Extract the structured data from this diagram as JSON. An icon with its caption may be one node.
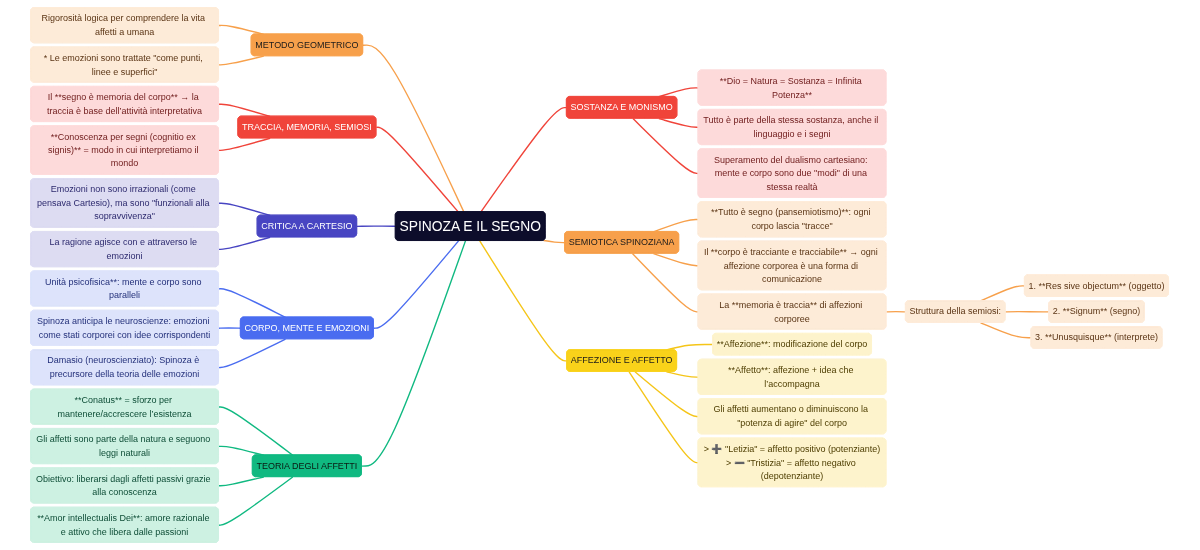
{
  "diagram": {
    "nodes": [
      {
        "text": [
          "SPINOZA E IL SEGNO"
        ]
      },
      {
        "text": [
          "METODO GEOMETRICO"
        ]
      },
      {
        "text": [
          "Rigorosità logica per comprendere la vita affetti a umana"
        ]
      },
      {
        "text": [
          "* Le emozioni sono trattate \"come punti, linee e superfici\""
        ]
      },
      {
        "text": [
          "TRACCIA, MEMORIA, SEMIOSI"
        ]
      },
      {
        "text": [
          "Il **segno è memoria del corpo** → la traccia è base dell’attività interpretativa"
        ]
      },
      {
        "text": [
          "**Conoscenza per segni (cognitio ex signis)** = modo in cui interpretiamo il mondo"
        ]
      },
      {
        "text": [
          "CRITICA A CARTESIO"
        ]
      },
      {
        "text": [
          "Emozioni non sono irrazionali (come pensava Cartesio), ma sono \"funzionali alla sopravvivenza\""
        ]
      },
      {
        "text": [
          "La ragione agisce con e attraverso le emozioni"
        ]
      },
      {
        "text": [
          "CORPO, MENTE E EMOZIONI"
        ]
      },
      {
        "text": [
          "Unità psicofisica**: mente e corpo sono paralleli"
        ]
      },
      {
        "text": [
          "Spinoza anticipa le neuroscienze: emozioni come stati corporei con idee corrispondenti"
        ]
      },
      {
        "text": [
          "Damasio (neuroscienziato): Spinoza è precursore della teoria delle emozioni"
        ]
      },
      {
        "text": [
          "TEORIA DEGLI AFFETTI"
        ]
      },
      {
        "text": [
          "**Conatus** = sforzo per mantenere/accrescere l’esistenza"
        ]
      },
      {
        "text": [
          "Gli affetti sono parte della natura e seguono leggi naturali"
        ]
      },
      {
        "text": [
          "Obiettivo: liberarsi dagli affetti passivi grazie alla conoscenza"
        ]
      },
      {
        "text": [
          "**Amor intellectualis Dei**: amore razionale e attivo che libera dalle passioni"
        ]
      },
      {
        "text": [
          "SOSTANZA E MONISMO"
        ]
      },
      {
        "text": [
          "**Dio = Natura = Sostanza = Infinita Potenza**"
        ]
      },
      {
        "text": [
          "Tutto è parte della stessa sostanza, anche il linguaggio e i segni"
        ]
      },
      {
        "text": [
          "Superamento del dualismo cartesiano: mente e corpo sono due \"modi\" di una stessa realtà"
        ]
      },
      {
        "text": [
          "SEMIOTICA SPINOZIANA"
        ]
      },
      {
        "text": [
          "**Tutto è segno (pansemiotismo)**: ogni corpo lascia \"tracce\""
        ]
      },
      {
        "text": [
          "Il **corpo è tracciante e tracciabile** → ogni affezione corporea è una forma di comunicazione"
        ]
      },
      {
        "text": [
          "La **memoria è traccia** di affezioni corporee"
        ]
      },
      {
        "text": [
          "Struttura della semiosi:"
        ]
      },
      {
        "text": [
          "1. **Res sive objectum** (oggetto)"
        ]
      },
      {
        "text": [
          "2. **Signum** (segno)"
        ]
      },
      {
        "text": [
          "3. **Unusquisque** (interprete)"
        ]
      },
      {
        "text": [
          "AFFEZIONE E AFFETTO"
        ]
      },
      {
        "text": [
          "**Affezione**: modificazione del corpo"
        ]
      },
      {
        "text": [
          "**Affetto**: affezione + idea che l’accompagna"
        ]
      },
      {
        "text": [
          "Gli affetti aumentano o diminuiscono la \"potenza di agire\" del corpo"
        ]
      },
      {
        "text": [
          "> ➕ \"Letizia\" = affetto positivo (potenziante)",
          "> ➖ \"Tristizia\" = affetto negativo (depotenziante)"
        ]
      }
    ],
    "edges": [
      {
        "from": 1,
        "to": 0,
        "arrow": "none",
        "color": "#f7a04b"
      },
      {
        "from": 2,
        "to": 1,
        "arrow": "none",
        "color": "#f7a04b"
      },
      {
        "from": 3,
        "to": 1,
        "arrow": "none",
        "color": "#f7a04b"
      },
      {
        "from": 4,
        "to": 0,
        "arrow": "none",
        "color": "#f0443a"
      },
      {
        "from": 5,
        "to": 4,
        "arrow": "none",
        "color": "#f0443a"
      },
      {
        "from": 6,
        "to": 4,
        "arrow": "none",
        "color": "#f0443a"
      },
      {
        "from": 7,
        "to": 0,
        "arrow": "none",
        "color": "#4845c2"
      },
      {
        "from": 8,
        "to": 7,
        "arrow": "none",
        "color": "#4845c2"
      },
      {
        "from": 9,
        "to": 7,
        "arrow": "none",
        "color": "#4845c2"
      },
      {
        "from": 10,
        "to": 0,
        "arrow": "none",
        "color": "#4a6cf0"
      },
      {
        "from": 11,
        "to": 10,
        "arrow": "none",
        "color": "#4a6cf0"
      },
      {
        "from": 12,
        "to": 10,
        "arrow": "none",
        "color": "#4a6cf0"
      },
      {
        "from": 13,
        "to": 10,
        "arrow": "none",
        "color": "#4a6cf0"
      },
      {
        "from": 14,
        "to": 0,
        "arrow": "none",
        "color": "#10b981"
      },
      {
        "from": 15,
        "to": 14,
        "arrow": "none",
        "color": "#10b981"
      },
      {
        "from": 16,
        "to": 14,
        "arrow": "none",
        "color": "#10b981"
      },
      {
        "from": 17,
        "to": 14,
        "arrow": "none",
        "color": "#10b981"
      },
      {
        "from": 18,
        "to": 14,
        "arrow": "none",
        "color": "#10b981"
      },
      {
        "from": 0,
        "to": 19,
        "arrow": "none",
        "color": "#f0443a"
      },
      {
        "from": 19,
        "to": 20,
        "arrow": "none",
        "color": "#f0443a"
      },
      {
        "from": 19,
        "to": 21,
        "arrow": "none",
        "color": "#f0443a"
      },
      {
        "from": 19,
        "to": 22,
        "arrow": "none",
        "color": "#f0443a"
      },
      {
        "from": 0,
        "to": 23,
        "arrow": "none",
        "color": "#f7a04b"
      },
      {
        "from": 23,
        "to": 24,
        "arrow": "none",
        "color": "#f7a04b"
      },
      {
        "from": 23,
        "to": 25,
        "arrow": "none",
        "color": "#f7a04b"
      },
      {
        "from": 23,
        "to": 26,
        "arrow": "none",
        "color": "#f7a04b"
      },
      {
        "from": 26,
        "to": 27,
        "arrow": "none",
        "color": "#f7a04b"
      },
      {
        "from": 27,
        "to": 28,
        "arrow": "none",
        "color": "#f7a04b"
      },
      {
        "from": 27,
        "to": 29,
        "arrow": "none",
        "color": "#f7a04b"
      },
      {
        "from": 27,
        "to": 30,
        "arrow": "none",
        "color": "#f7a04b"
      },
      {
        "from": 0,
        "to": 31,
        "arrow": "none",
        "color": "#f5c518"
      },
      {
        "from": 31,
        "to": 32,
        "arrow": "none",
        "color": "#f5c518"
      },
      {
        "from": 31,
        "to": 33,
        "arrow": "none",
        "color": "#f5c518"
      },
      {
        "from": 31,
        "to": 34,
        "arrow": "none",
        "color": "#f5c518"
      },
      {
        "from": 31,
        "to": 35,
        "arrow": "none",
        "color": "#f5c518"
      }
    ]
  }
}
